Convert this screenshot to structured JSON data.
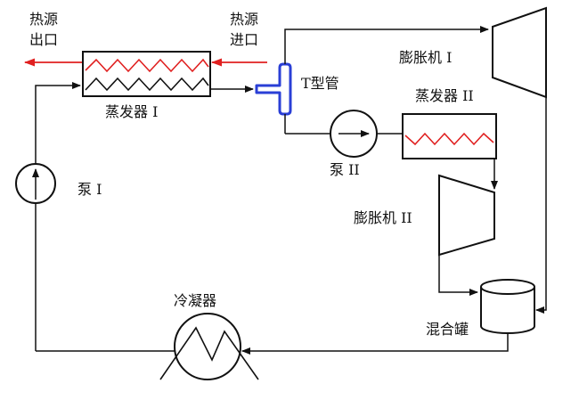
{
  "labels": {
    "heat_source_out_l1": "热源",
    "heat_source_out_l2": "出口",
    "heat_source_in_l1": "热源",
    "heat_source_in_l2": "进口",
    "evaporator_1": "蒸发器 I",
    "t_pipe": "T型管",
    "expander_1": "膨胀机 I",
    "evaporator_2": "蒸发器 II",
    "pump_1": "泵 I",
    "pump_2": "泵 II",
    "expander_2": "膨胀机 II",
    "condenser": "冷凝器",
    "mixing_tank": "混合罐"
  },
  "colors": {
    "line": "#111111",
    "hot_stream": "#e02020",
    "t_pipe": "#2a3fd6"
  }
}
